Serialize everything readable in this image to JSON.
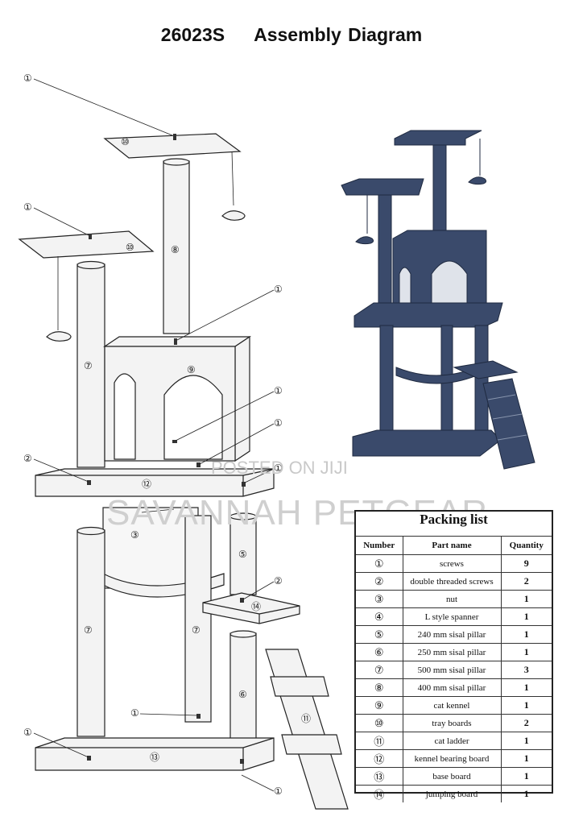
{
  "title": {
    "model": "26023S",
    "text": "Assembly Diagram"
  },
  "watermarks": {
    "posted": "POSTED ON JIJI",
    "brand": "SAVANNAH PETGEAR"
  },
  "callouts": {
    "c1": "①",
    "c2": "②",
    "c3": "③",
    "c5": "⑤",
    "c6": "⑥",
    "c7": "⑦",
    "c8": "⑧",
    "c9": "⑨",
    "c10": "⑩",
    "c11": "⑪",
    "c12": "⑫",
    "c13": "⑬",
    "c14": "⑭"
  },
  "packing_list": {
    "title": "Packing list",
    "headers": {
      "number": "Number",
      "part": "Part name",
      "quantity": "Quantity"
    },
    "rows": [
      {
        "num": "①",
        "part": "screws",
        "qty": "9"
      },
      {
        "num": "②",
        "part": "double threaded screws",
        "qty": "2"
      },
      {
        "num": "③",
        "part": "nut",
        "qty": "1"
      },
      {
        "num": "④",
        "part": "L style spanner",
        "qty": "1"
      },
      {
        "num": "⑤",
        "part": "240 mm sisal pillar",
        "qty": "1"
      },
      {
        "num": "⑥",
        "part": "250 mm sisal pillar",
        "qty": "1"
      },
      {
        "num": "⑦",
        "part": "500 mm sisal pillar",
        "qty": "3"
      },
      {
        "num": "⑧",
        "part": "400 mm sisal pillar",
        "qty": "1"
      },
      {
        "num": "⑨",
        "part": "cat kennel",
        "qty": "1"
      },
      {
        "num": "⑩",
        "part": "tray boards",
        "qty": "2"
      },
      {
        "num": "⑪",
        "part": "cat ladder",
        "qty": "1"
      },
      {
        "num": "⑫",
        "part": "kennel bearing board",
        "qty": "1"
      },
      {
        "num": "⑬",
        "part": "base board",
        "qty": "1"
      },
      {
        "num": "⑭",
        "part": "jumping board",
        "qty": "1"
      }
    ]
  },
  "colors": {
    "assembled": "#3a4a6b",
    "line": "#222222",
    "panel": "#f2f2f2"
  }
}
